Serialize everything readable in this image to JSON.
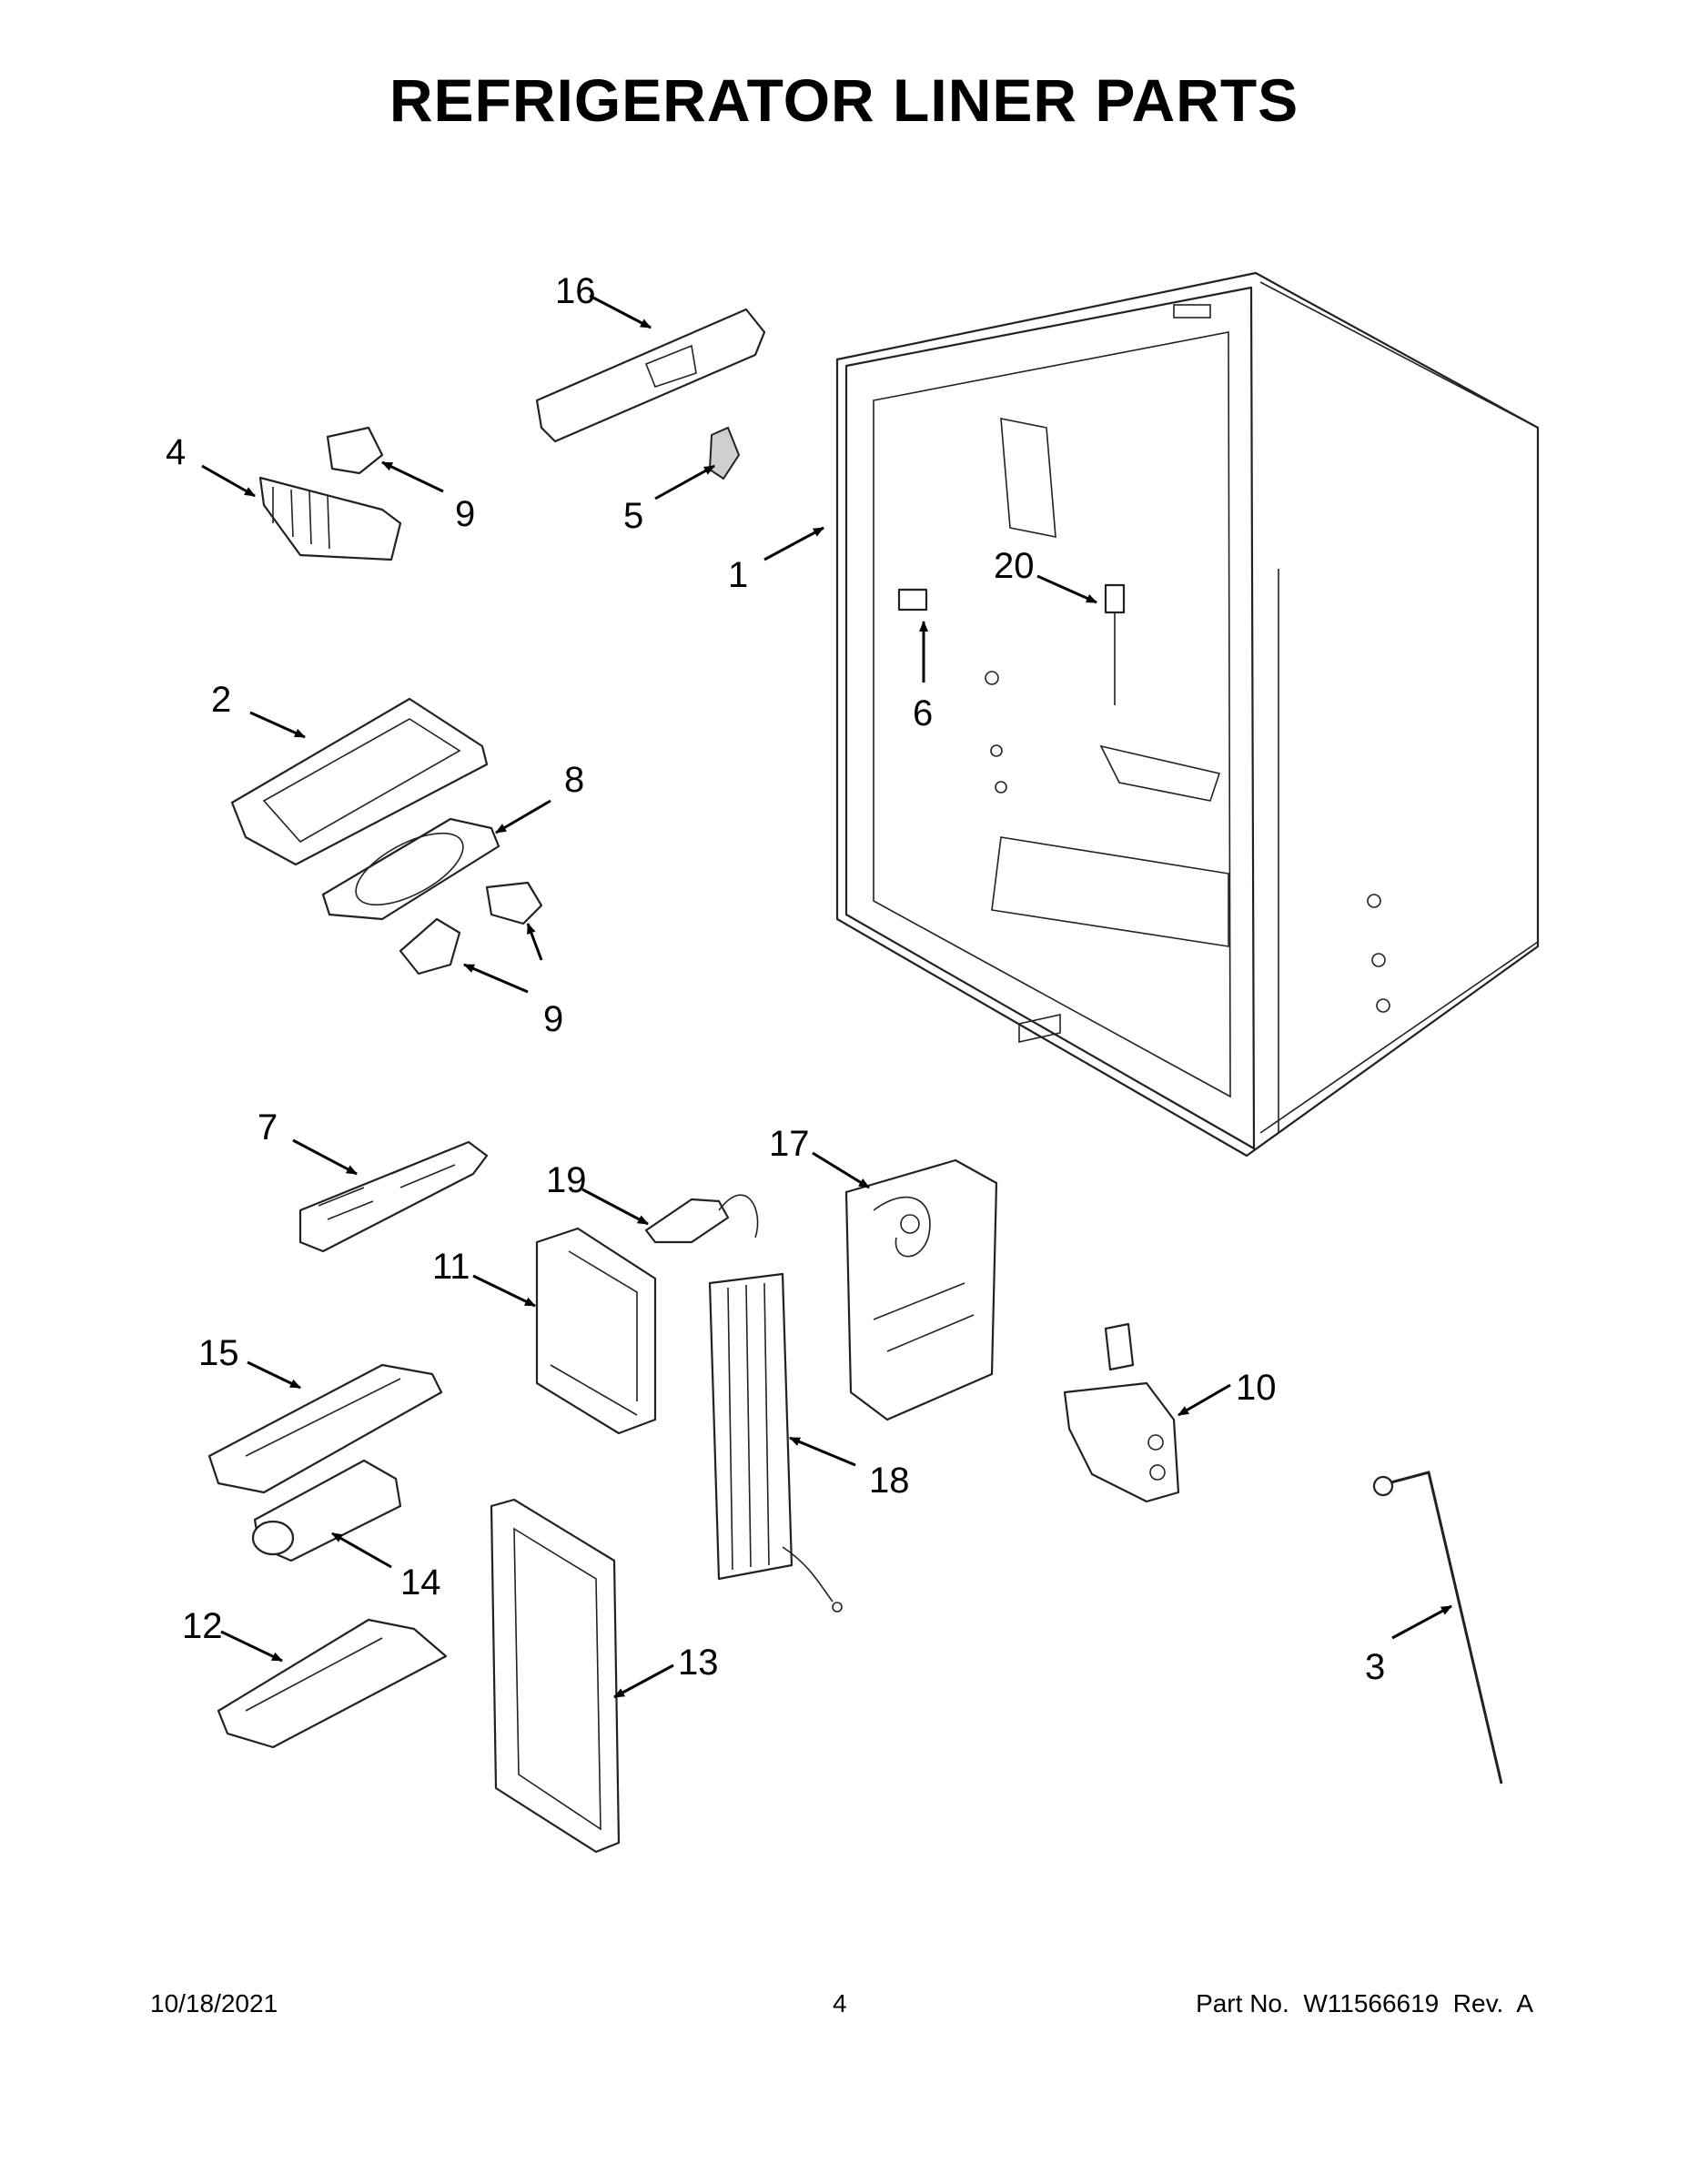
{
  "title": "REFRIGERATOR LINER PARTS",
  "callouts": {
    "c1": "1",
    "c2": "2",
    "c3": "3",
    "c4": "4",
    "c5": "5",
    "c6": "6",
    "c7": "7",
    "c8": "8",
    "c9a": "9",
    "c9b": "9",
    "c10": "10",
    "c11": "11",
    "c12": "12",
    "c13": "13",
    "c14": "14",
    "c15": "15",
    "c16": "16",
    "c17": "17",
    "c18": "18",
    "c19": "19",
    "c20": "20"
  },
  "footer": {
    "date": "10/18/2021",
    "page": "4",
    "part_no": "Part No.  W11566619  Rev.  A"
  }
}
